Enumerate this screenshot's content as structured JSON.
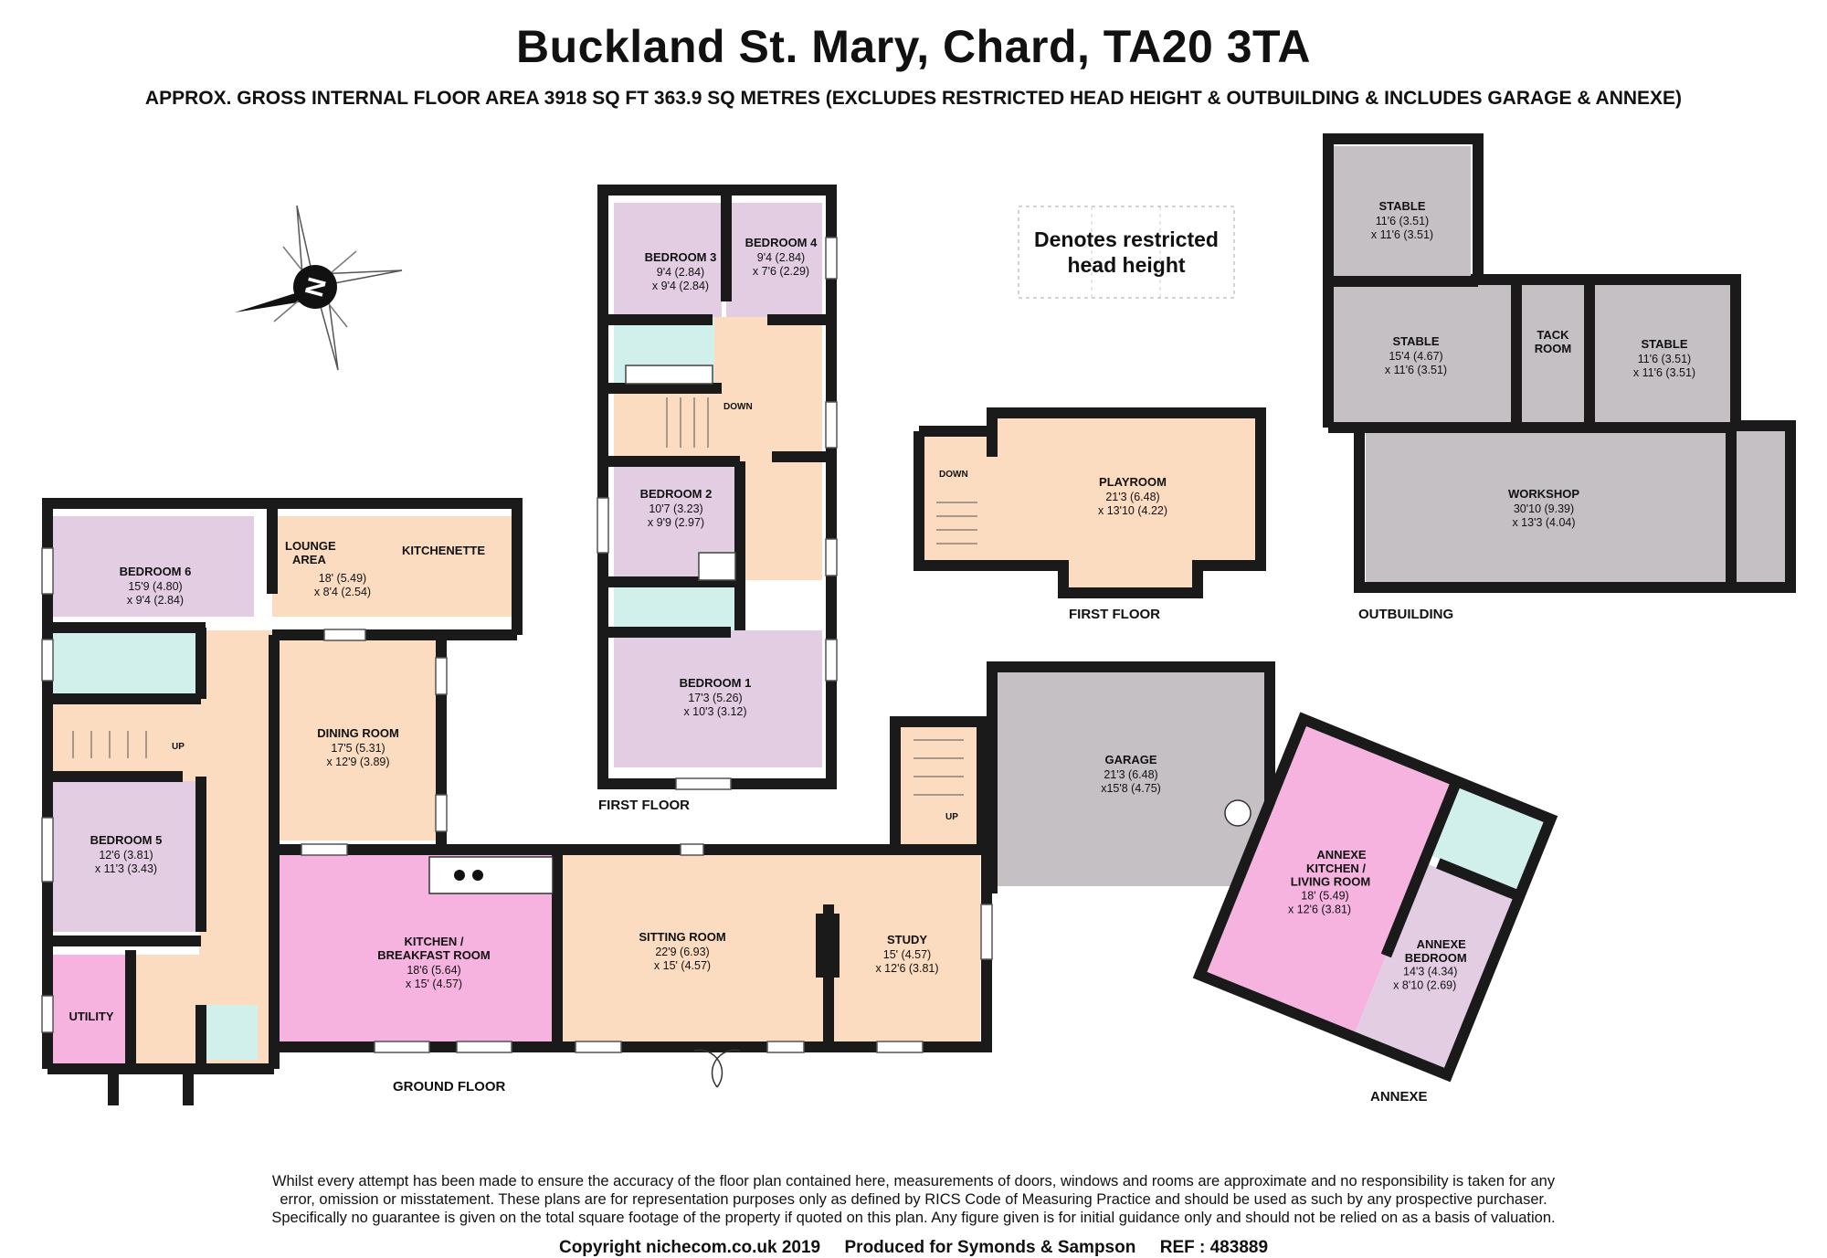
{
  "header": {
    "title": "Buckland St. Mary, Chard, TA20 3TA",
    "subtitle": "APPROX. GROSS INTERNAL FLOOR AREA 3918 SQ FT 363.9 SQ METRES (EXCLUDES RESTRICTED HEAD HEIGHT & OUTBUILDING & INCLUDES GARAGE & ANNEXE)"
  },
  "compass": {
    "label": "N"
  },
  "legend": {
    "line1": "Denotes restricted",
    "line2": "head height"
  },
  "colors": {
    "wall": "#1a1a1a",
    "hall": "#fbdcc0",
    "bedroom": "#e3cde3",
    "kitchen": "#f6b3df",
    "bathroom": "#d2f0eb",
    "garage": "#c4c0c4",
    "outbuilding": "#c4c0c4",
    "utility": "#f6b3df"
  },
  "sections": {
    "ground_floor": "GROUND FLOOR",
    "first_floor_main": "FIRST FLOOR",
    "first_floor_annexe": "FIRST FLOOR",
    "outbuilding": "OUTBUILDING",
    "annexe": "ANNEXE"
  },
  "rooms": {
    "bedroom6": {
      "name": "BEDROOM 6",
      "dim1": "15'9 (4.80)",
      "dim2": "x 9'4 (2.84)"
    },
    "lounge": {
      "name1": "LOUNGE",
      "name2": "AREA"
    },
    "kitchenette": {
      "name": "KITCHENETTE",
      "dim1": "18' (5.49)",
      "dim2": "x 8'4 (2.54)"
    },
    "dining": {
      "name": "DINING ROOM",
      "dim1": "17'5 (5.31)",
      "dim2": "x 12'9 (3.89)"
    },
    "bedroom5": {
      "name": "BEDROOM 5",
      "dim1": "12'6 (3.81)",
      "dim2": "x 11'3 (3.43)"
    },
    "utility": {
      "name": "UTILITY"
    },
    "kitchen": {
      "name1": "KITCHEN /",
      "name2": "BREAKFAST ROOM",
      "dim1": "18'6 (5.64)",
      "dim2": "x 15' (4.57)"
    },
    "sitting": {
      "name": "SITTING ROOM",
      "dim1": "22'9 (6.93)",
      "dim2": "x 15' (4.57)"
    },
    "study": {
      "name": "STUDY",
      "dim1": "15' (4.57)",
      "dim2": "x 12'6 (3.81)"
    },
    "bedroom3": {
      "name": "BEDROOM 3",
      "dim1": "9'4 (2.84)",
      "dim2": "x 9'4 (2.84)"
    },
    "bedroom4": {
      "name": "BEDROOM 4",
      "dim1": "9'4 (2.84)",
      "dim2": "x 7'6 (2.29)"
    },
    "bedroom2": {
      "name": "BEDROOM 2",
      "dim1": "10'7 (3.23)",
      "dim2": "x 9'9 (2.97)"
    },
    "bedroom1": {
      "name": "BEDROOM 1",
      "dim1": "17'3 (5.26)",
      "dim2": "x 10'3 (3.12)"
    },
    "playroom": {
      "name": "PLAYROOM",
      "dim1": "21'3 (6.48)",
      "dim2": "x 13'10 (4.22)"
    },
    "garage": {
      "name": "GARAGE",
      "dim1": "21'3 (6.48)",
      "dim2": "x15'8 (4.75)"
    },
    "stable1": {
      "name": "STABLE",
      "dim1": "11'6 (3.51)",
      "dim2": "x 11'6 (3.51)"
    },
    "stable2": {
      "name": "STABLE",
      "dim1": "15'4 (4.67)",
      "dim2": "x 11'6 (3.51)"
    },
    "tack": {
      "name1": "TACK",
      "name2": "ROOM"
    },
    "stable3": {
      "name": "STABLE",
      "dim1": "11'6 (3.51)",
      "dim2": "x 11'6 (3.51)"
    },
    "workshop": {
      "name": "WORKSHOP",
      "dim1": "30'10 (9.39)",
      "dim2": "x 13'3 (4.04)"
    },
    "annexe_kitchen": {
      "name1": "ANNEXE",
      "name2": "KITCHEN /",
      "name3": "LIVING ROOM",
      "dim1": "18' (5.49)",
      "dim2": "x 12'6 (3.81)"
    },
    "annexe_bedroom": {
      "name1": "ANNEXE",
      "name2": "BEDROOM",
      "dim1": "14'3 (4.34)",
      "dim2": "x 8'10 (2.69)"
    }
  },
  "stairs": {
    "up1": "UP",
    "down1": "DOWN",
    "down2": "DOWN",
    "up2": "UP"
  },
  "disclaimer": {
    "line1": "Whilst every attempt has been made to ensure the accuracy of the floor plan contained here, measurements of doors, windows and rooms are approximate and no responsibility is taken for any",
    "line2": "error, omission or misstatement. These plans are for representation purposes only as defined by RICS Code of Measuring Practice and should be used as such by any prospective purchaser.",
    "line3": "Specifically no guarantee is given on the total square footage of the property if quoted on this plan. Any figure given is for initial guidance only and should not be relied on as a basis of valuation."
  },
  "footer": {
    "copyright": "Copyright nichecom.co.uk 2019     Produced for Symonds & Sampson     REF : 483889"
  }
}
